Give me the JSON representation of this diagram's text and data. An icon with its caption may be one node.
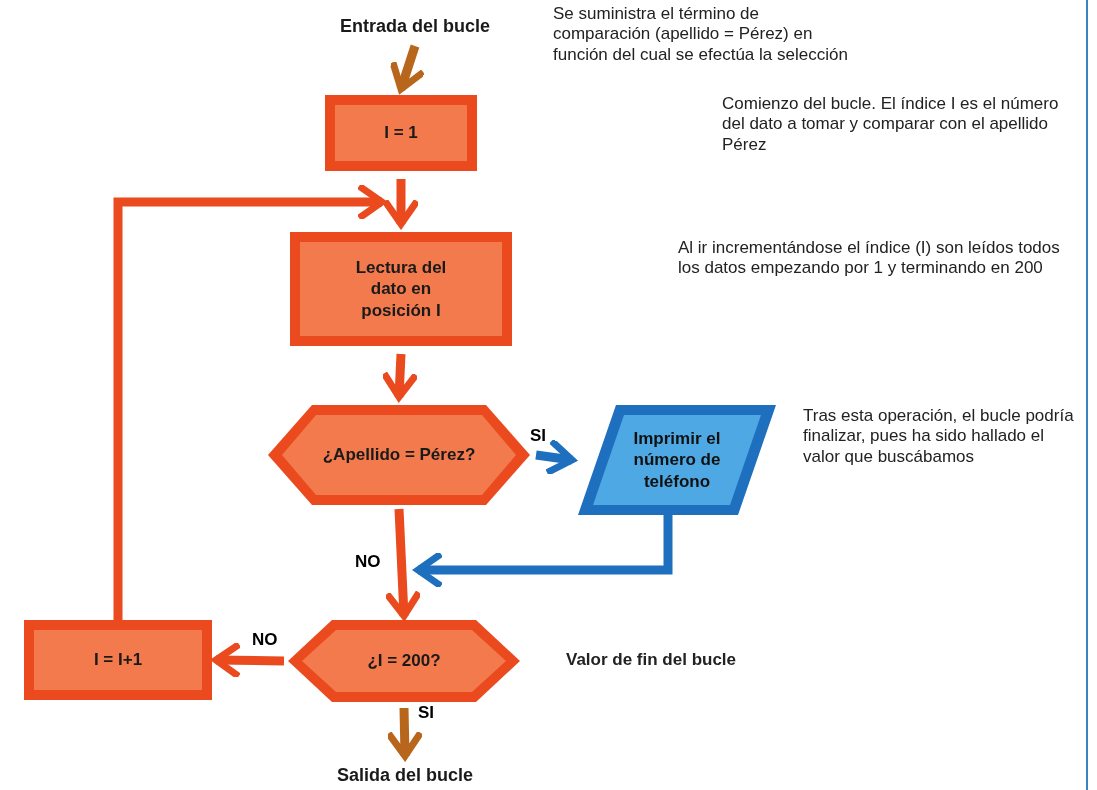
{
  "diagram": {
    "nodes": [
      {
        "text": [
          "Entrada del bucle"
        ]
      },
      {
        "text": [
          "I = 1"
        ]
      },
      {
        "text": [
          "Lectura del dato en posición I"
        ]
      },
      {
        "text": [
          "¿Apellido = Pérez?"
        ]
      },
      {
        "text": [
          "Imprimir el número de teléfono"
        ]
      },
      {
        "text": [
          "¿I = 200?"
        ]
      },
      {
        "text": [
          "I = I+1"
        ]
      },
      {
        "text": [
          "Salida del bucle"
        ]
      }
    ],
    "edges": [
      {
        "from": 0,
        "to": 1,
        "arrow": "to",
        "color": "#b8661c"
      },
      {
        "from": 1,
        "to": 2,
        "arrow": "to"
      },
      {
        "from": 6,
        "to": 2,
        "arrow": "to"
      },
      {
        "from": 2,
        "to": 3,
        "arrow": "to"
      },
      {
        "from": 3,
        "to": 4,
        "arrow": "to",
        "label": "SI",
        "color": "#1f6fbf"
      },
      {
        "from": 4,
        "to": 5,
        "arrow": "to",
        "color": "#1f6fbf"
      },
      {
        "from": 3,
        "to": 5,
        "arrow": "to",
        "label": "NO"
      },
      {
        "from": 5,
        "to": 6,
        "arrow": "to",
        "label": "NO"
      },
      {
        "from": 5,
        "to": 7,
        "arrow": "to",
        "label": "SI",
        "color": "#b8661c"
      }
    ],
    "labels": [
      "Se suministra el término de comparación (apellido = Pérez) en función del cual se efectúa la selección",
      "Comienzo del bucle. El índice I es el número del dato a tomar y comparar con el apellido Pérez",
      "Al ir incrementándose el índice (I) son leídos todos los datos empezando por 1 y terminando en 200",
      "Tras esta operación, el bucle podría finalizar, pues ha sido hallado el valor que buscábamos",
      "Valor de fin del bucle"
    ]
  }
}
